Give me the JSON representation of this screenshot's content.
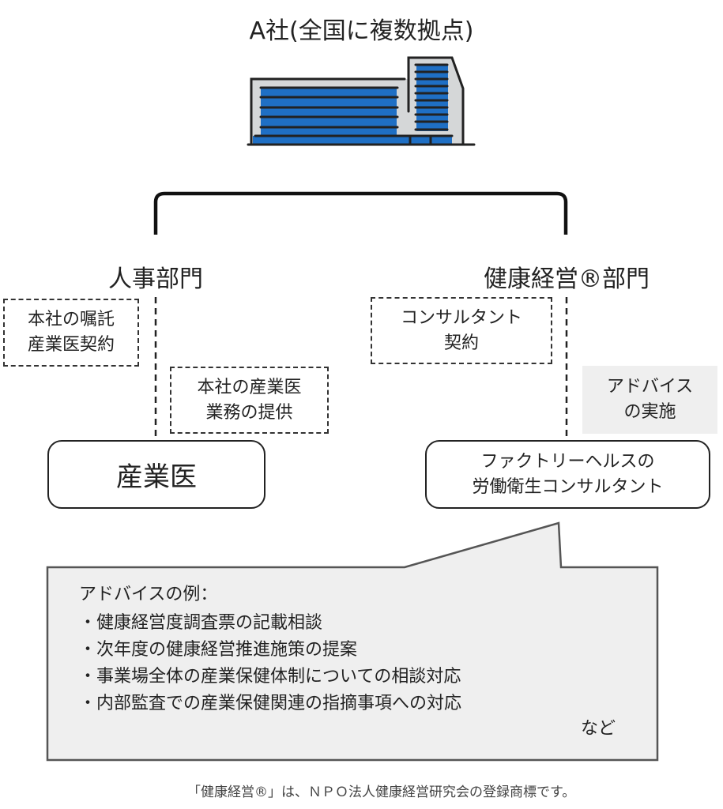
{
  "title": "A社(全国に複数拠点)",
  "departments": {
    "left": "人事部門",
    "right": "健康経営®部門"
  },
  "labels": {
    "hq_contract": "本社の嘱託\n産業医契約",
    "hq_service": "本社の産業医\n業務の提供",
    "consultant_contract": "コンサルタント\n契約",
    "advice": "アドバイス\nの実施"
  },
  "nodes": {
    "occupational_physician": "産業医",
    "consultant": "ファクトリーヘルスの\n労働衛生コンサルタント"
  },
  "callout": {
    "heading": "アドバイスの例：",
    "items": [
      "・健康経営度調査票の記載相談",
      "・次年度の健康経営推進施策の提案",
      "・事業場全体の産業保健体制についての相談対応",
      "・内部監査での産業保健関連の指摘事項への対応"
    ],
    "etc": "など"
  },
  "footnote": "「健康経営®」は、ＮＰＯ法人健康経営研究会の登録商標です。",
  "colors": {
    "building_blue": "#1f6fc4",
    "building_gray": "#d5d7d8",
    "callout_bg": "#efefef"
  }
}
